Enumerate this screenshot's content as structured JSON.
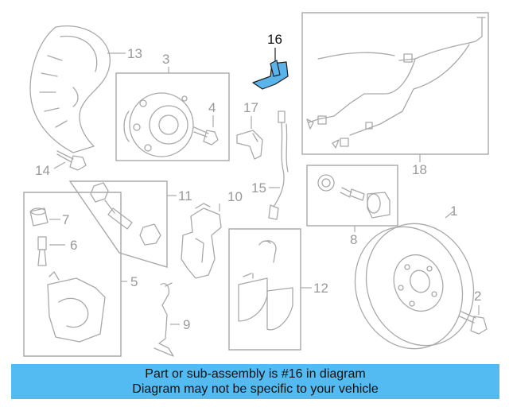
{
  "diagram": {
    "callouts": {
      "c1": "1",
      "c2": "2",
      "c3": "3",
      "c4": "4",
      "c5": "5",
      "c6": "6",
      "c7": "7",
      "c8": "8",
      "c9": "9",
      "c10": "10",
      "c11": "11",
      "c12": "12",
      "c13": "13",
      "c14": "14",
      "c15": "15",
      "c16": "16",
      "c17": "17",
      "c18": "18"
    },
    "highlighted_part": "16",
    "highlight_color": "#5ab4ea"
  },
  "banner": {
    "line1": "Part or sub-assembly is #16 in diagram",
    "line2": "Diagram may not be specific to your vehicle",
    "background": "#54baf2"
  }
}
